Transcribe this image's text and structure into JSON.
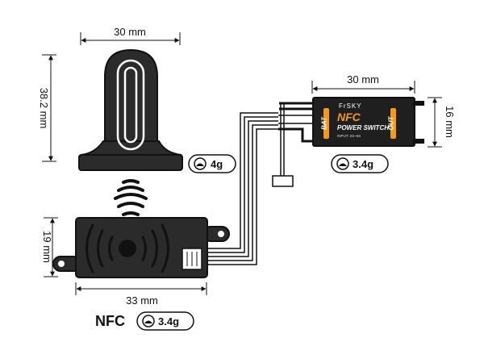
{
  "diagram": {
    "tag": {
      "width_label": "30 mm",
      "height_label": "38.2 mm",
      "weight": "4g"
    },
    "reader": {
      "width_label": "33 mm",
      "height_label": "19 mm",
      "name": "NFC",
      "weight": "3.4g"
    },
    "switch": {
      "width_label": "30 mm",
      "height_label": "16 mm",
      "weight": "3.4g",
      "brand": "FrSKY",
      "product": "NFC",
      "subtitle": "POWER SWITCH",
      "input": "INPUT: 2S~6S",
      "side_left": "BAT",
      "side_right": "OUT"
    },
    "colors": {
      "body": "#2b2b2b",
      "accent": "#f39a1e",
      "outline": "#111111"
    }
  }
}
